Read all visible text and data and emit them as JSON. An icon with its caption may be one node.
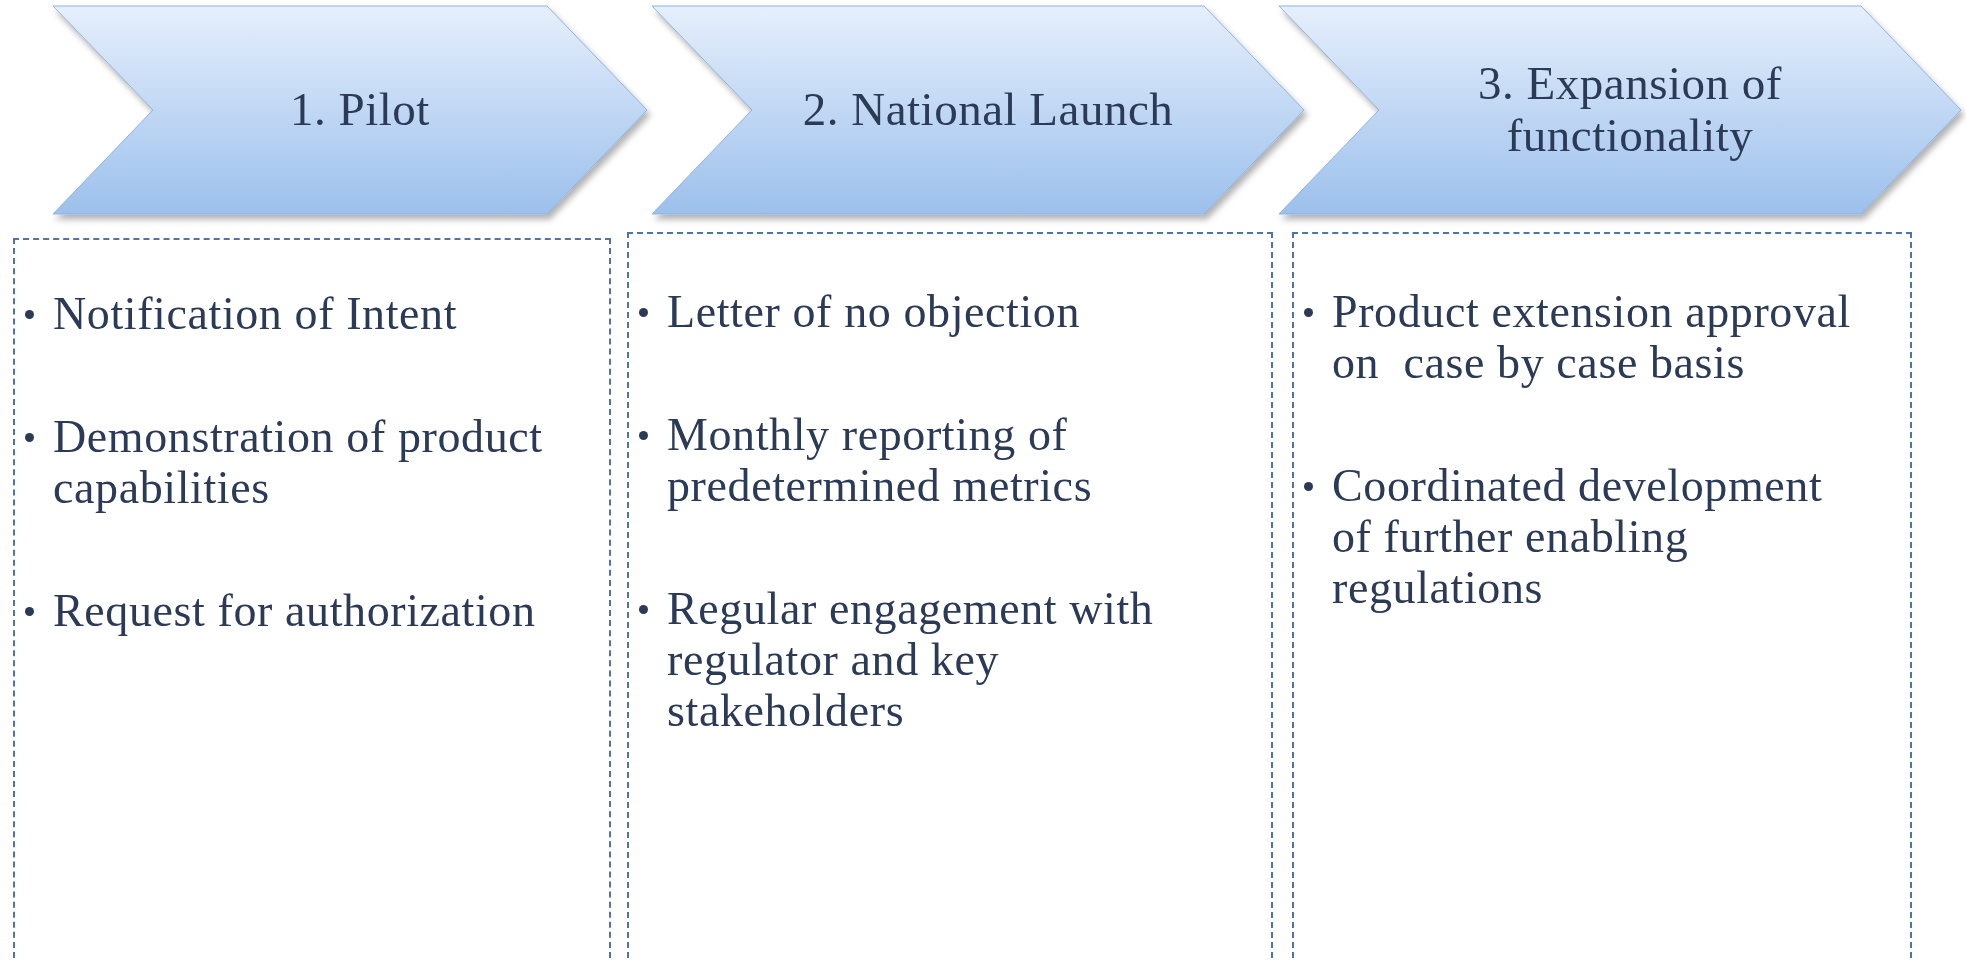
{
  "diagram": {
    "nodes": [
      {
        "text": [
          "1. Pilot"
        ]
      },
      {
        "text": [
          "2. National Launch"
        ]
      },
      {
        "text": [
          "3. Expansion of functionality"
        ]
      },
      {
        "text": [
          "Notification of Intent",
          "Demonstration of product capabilities",
          "Request for authorization"
        ]
      },
      {
        "text": [
          "Letter of no objection",
          "Monthly reporting of predetermined metrics",
          "Regular engagement with regulator and key stakeholders"
        ]
      },
      {
        "text": [
          "Product extension approval on  case by case basis",
          "Coordinated development of further enabling regulations"
        ]
      }
    ]
  }
}
